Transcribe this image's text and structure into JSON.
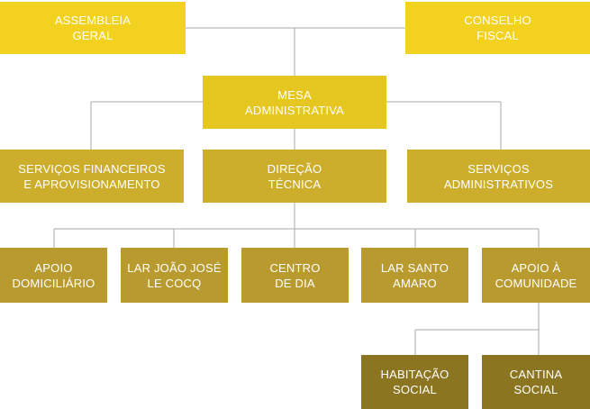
{
  "colors": {
    "line": "#a8a8a8",
    "level1": "#f2d21e",
    "level2": "#e6c620",
    "level3": "#cdae2c",
    "level4": "#b89a2e",
    "level5": "#8c7520",
    "text": "#ffffff"
  },
  "nodes": {
    "assembleia_geral": "ASSEMBLEIA\nGERAL",
    "conselho_fiscal": "CONSELHO\nFISCAL",
    "mesa_administrativa": "MESA\nADMINISTRATIVA",
    "servicos_financeiros": "SERVIÇOS FINANCEIROS\nE APROVISIONAMENTO",
    "direcao_tecnica": "DIREÇÃO\nTÉCNICA",
    "servicos_administrativos": "SERVIÇOS\nADMINISTRATIVOS",
    "apoio_domiciliario": "APOIO\nDOMICILIÁRIO",
    "lar_joao_jose": "LAR JOÃO JOSÉ\nLE COCQ",
    "centro_de_dia": "CENTRO\nDE DIA",
    "lar_santo_amaro": "LAR SANTO\nAMARO",
    "apoio_comunidade": "APOIO À\nCOMUNIDADE",
    "habitacao_social": "HABITAÇÃO\nSOCIAL",
    "cantina_social": "CANTINA\nSOCIAL"
  }
}
